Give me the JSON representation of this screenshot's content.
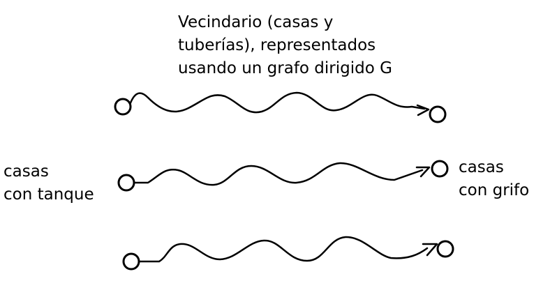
{
  "title_lines": [
    "Vecindario (casas y",
    "tuberías), representados",
    "usando un grafo dirigido G"
  ],
  "left_label_lines": [
    "casas",
    "con tanque"
  ],
  "right_label_lines": [
    "casas",
    "con grifo"
  ],
  "edges": [
    {
      "from": "source-1",
      "to": "sink-1"
    },
    {
      "from": "source-2",
      "to": "sink-2"
    },
    {
      "from": "source-3",
      "to": "sink-3"
    }
  ],
  "colors": {
    "stroke": "#000000",
    "background": "#ffffff"
  }
}
